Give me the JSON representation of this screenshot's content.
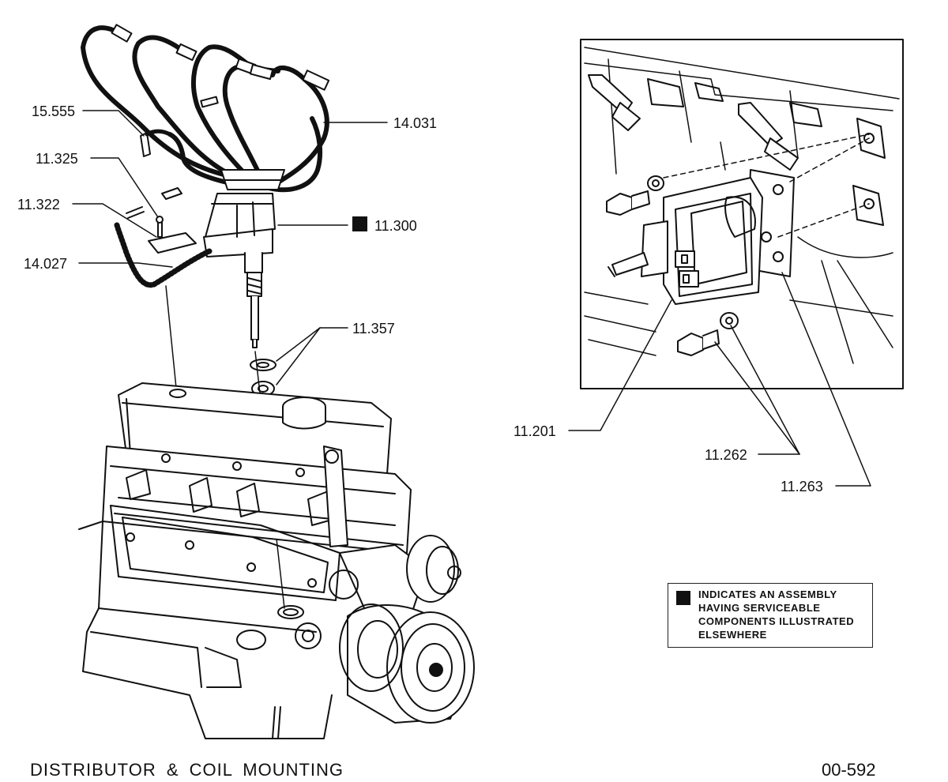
{
  "title": "DISTRIBUTOR & COIL MOUNTING",
  "figure_code": "00-592",
  "callouts": {
    "c15555": "15.555",
    "c14031": "14.031",
    "c11325": "11.325",
    "c11322": "11.322",
    "c11300": "11.300",
    "c14027": "14.027",
    "c11357": "11.357",
    "c11201": "11.201",
    "c11262": "11.262",
    "c11263": "11.263"
  },
  "legend": {
    "lines": [
      "INDICATES AN ASSEMBLY",
      "HAVING SERVICEABLE",
      "COMPONENTS ILLUSTRATED",
      "ELSEWHERE"
    ]
  }
}
